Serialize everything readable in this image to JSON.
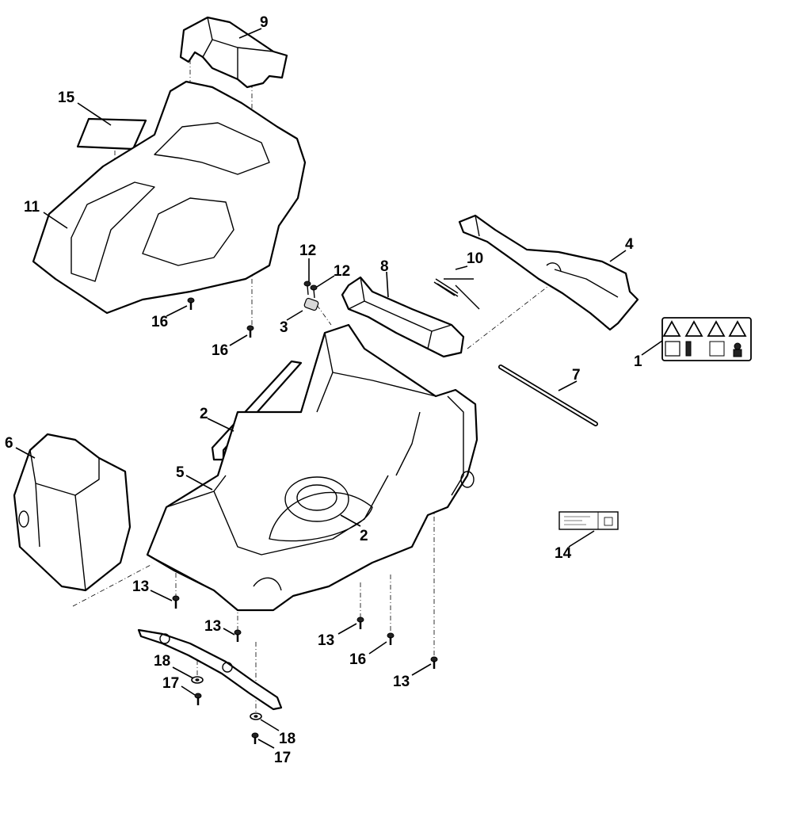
{
  "callouts": {
    "c1": "1",
    "c2a": "2",
    "c2b": "2",
    "c3": "3",
    "c4": "4",
    "c5": "5",
    "c6": "6",
    "c7": "7",
    "c8": "8",
    "c9": "9",
    "c10": "10",
    "c11": "11",
    "c12a": "12",
    "c12b": "12",
    "c13a": "13",
    "c13b": "13",
    "c13c": "13",
    "c13d": "13",
    "c14": "14",
    "c15": "15",
    "c16a": "16",
    "c16b": "16",
    "c16c": "16",
    "c17a": "17",
    "c17b": "17",
    "c18a": "18",
    "c18b": "18"
  }
}
